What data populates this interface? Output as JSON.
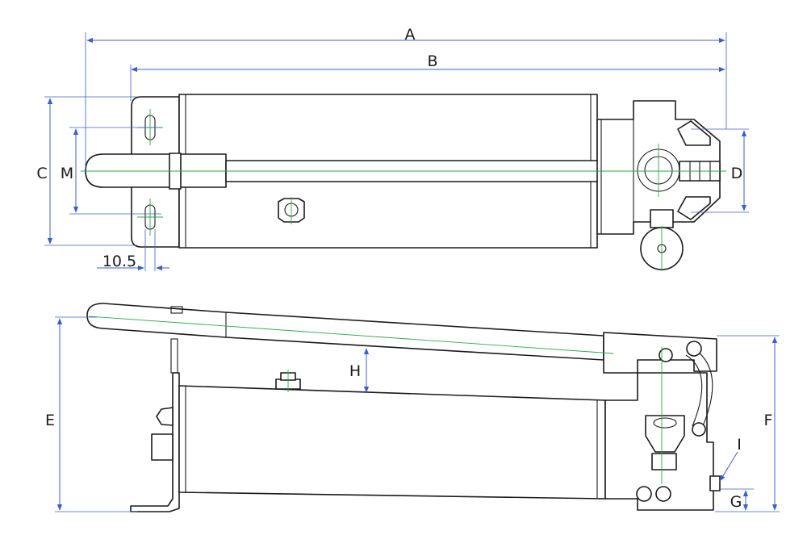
{
  "labels": {
    "A": "A",
    "B": "B",
    "C": "C",
    "M": "M",
    "D": "D",
    "offset": "10.5",
    "E": "E",
    "H": "H",
    "F": "F",
    "I": "I",
    "G": "G"
  },
  "colors": {
    "outline": "#1a1a1a",
    "dimension": "#3b5fc8",
    "centerline": "#2ea84a"
  }
}
